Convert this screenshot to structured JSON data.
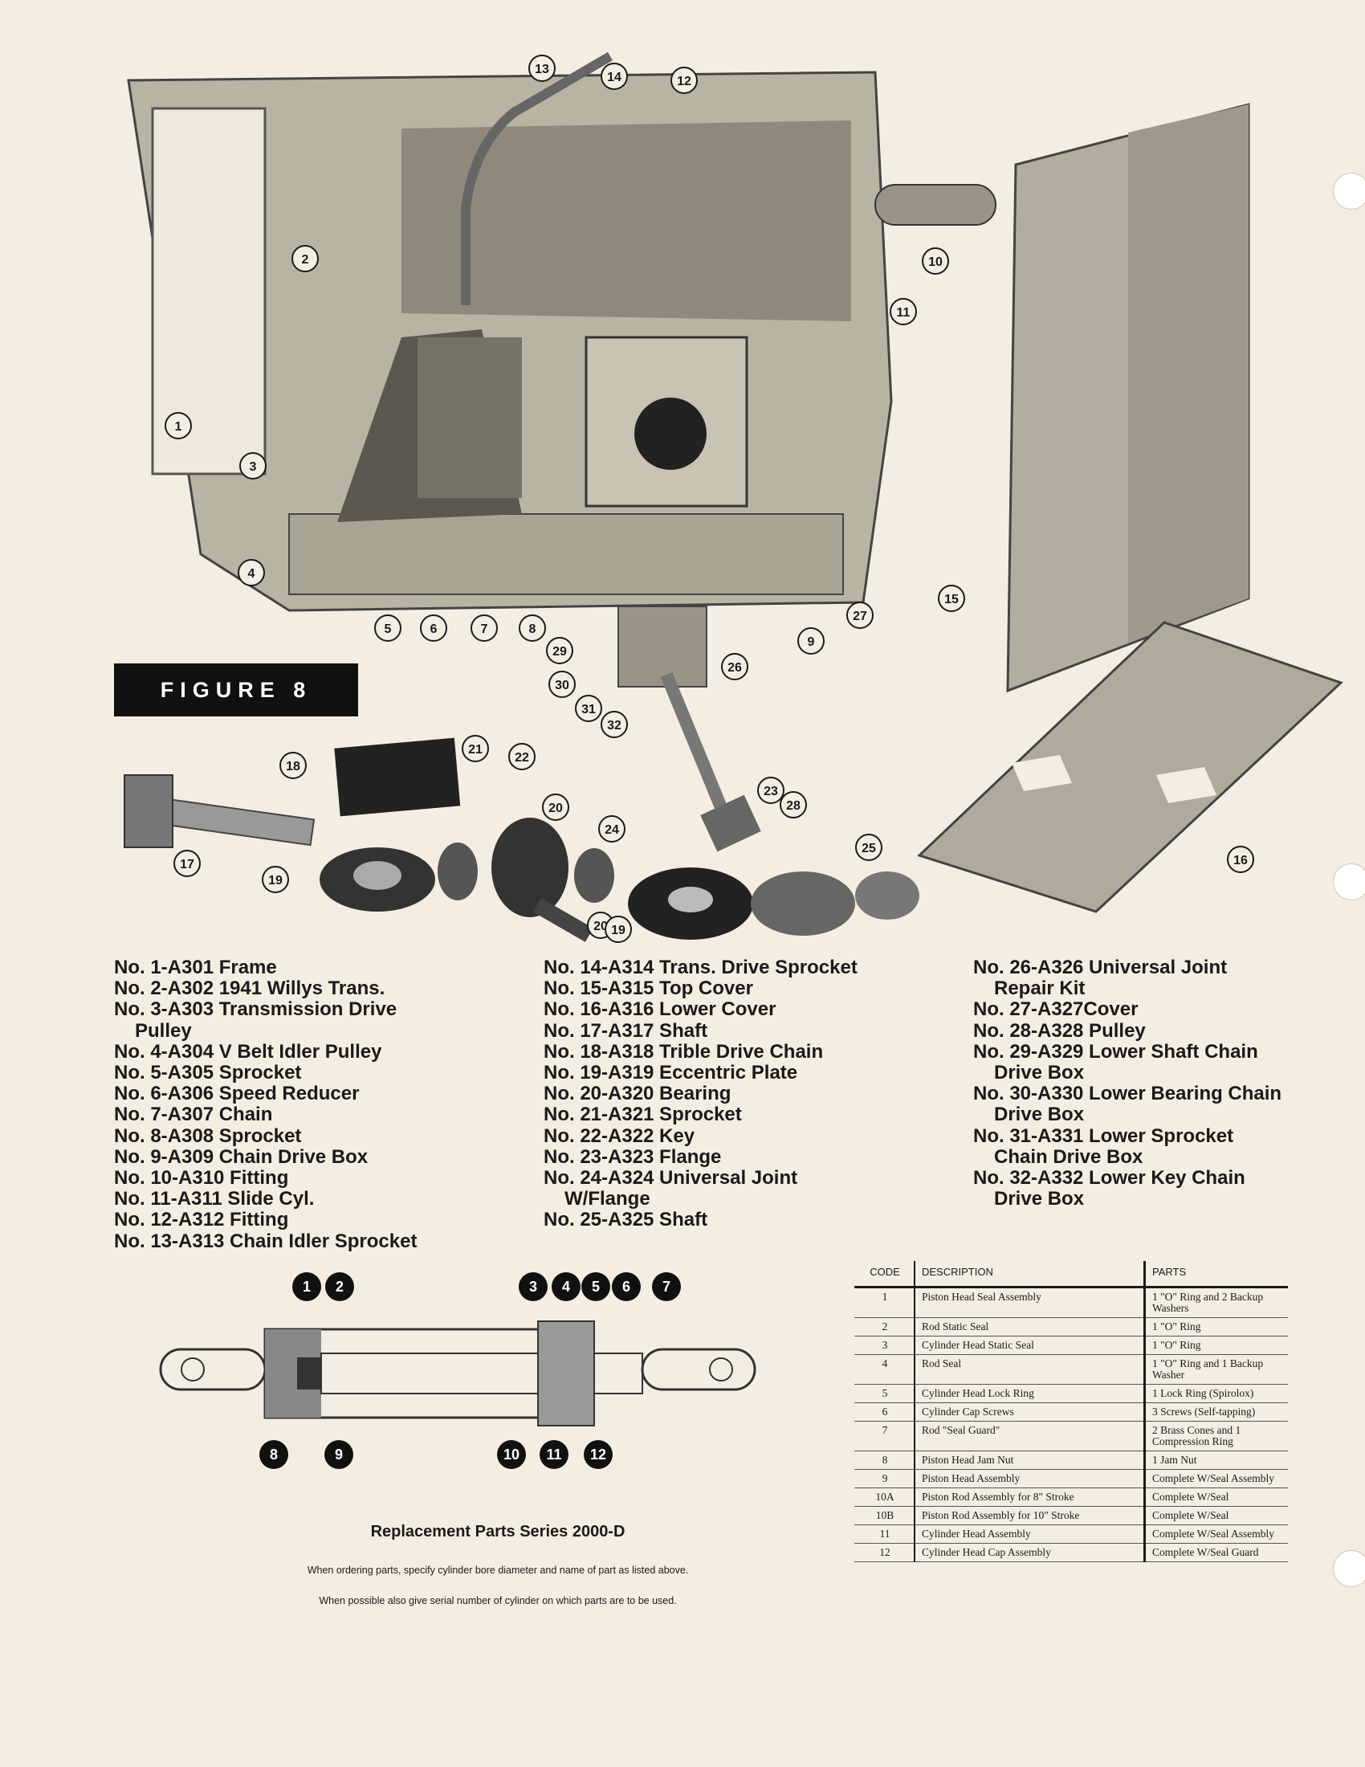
{
  "figure_label": "FIGURE 8",
  "callouts": [
    "1",
    "2",
    "3",
    "4",
    "5",
    "6",
    "7",
    "8",
    "9",
    "10",
    "11",
    "12",
    "13",
    "14",
    "15",
    "16",
    "17",
    "18",
    "19",
    "19",
    "20",
    "20",
    "21",
    "22",
    "23",
    "24",
    "25",
    "26",
    "27",
    "28",
    "29",
    "30",
    "31",
    "32"
  ],
  "parts_list": {
    "col1": [
      {
        "text": "No. 1-A301 Frame"
      },
      {
        "text": "No. 2-A302 1941 Willys Trans."
      },
      {
        "text": "No. 3-A303 Transmission Drive"
      },
      {
        "text": "Pulley",
        "cont": true
      },
      {
        "text": "No. 4-A304 V Belt Idler Pulley"
      },
      {
        "text": "No. 5-A305 Sprocket"
      },
      {
        "text": "No. 6-A306 Speed Reducer"
      },
      {
        "text": "No. 7-A307 Chain"
      },
      {
        "text": "No. 8-A308 Sprocket"
      },
      {
        "text": "No. 9-A309 Chain Drive Box"
      },
      {
        "text": "No. 10-A310 Fitting"
      },
      {
        "text": "No. 11-A311 Slide Cyl."
      },
      {
        "text": "No. 12-A312 Fitting"
      },
      {
        "text": "No. 13-A313 Chain Idler Sprocket"
      }
    ],
    "col2": [
      {
        "text": "No. 14-A314 Trans. Drive Sprocket"
      },
      {
        "text": "No. 15-A315 Top Cover"
      },
      {
        "text": "No. 16-A316 Lower Cover"
      },
      {
        "text": "No. 17-A317 Shaft"
      },
      {
        "text": "No. 18-A318 Trible Drive Chain"
      },
      {
        "text": "No. 19-A319 Eccentric Plate"
      },
      {
        "text": "No. 20-A320 Bearing"
      },
      {
        "text": "No. 21-A321 Sprocket"
      },
      {
        "text": "No. 22-A322 Key"
      },
      {
        "text": "No. 23-A323 Flange"
      },
      {
        "text": "No. 24-A324 Universal Joint"
      },
      {
        "text": "W/Flange",
        "cont": true
      },
      {
        "text": "No. 25-A325 Shaft"
      }
    ],
    "col3": [
      {
        "text": "No. 26-A326 Universal Joint"
      },
      {
        "text": "Repair Kit",
        "cont": true
      },
      {
        "text": "No. 27-A327Cover"
      },
      {
        "text": "No. 28-A328 Pulley"
      },
      {
        "text": "No. 29-A329 Lower Shaft Chain"
      },
      {
        "text": "Drive Box",
        "cont": true
      },
      {
        "text": "No. 30-A330 Lower Bearing Chain"
      },
      {
        "text": "Drive Box",
        "cont": true
      },
      {
        "text": "No. 31-A331 Lower Sprocket"
      },
      {
        "text": "Chain Drive Box",
        "cont": true
      },
      {
        "text": "No. 32-A332 Lower Key Chain"
      },
      {
        "text": "Drive Box",
        "cont": true
      }
    ]
  },
  "cylinder_callouts": [
    "1",
    "2",
    "3",
    "4",
    "5",
    "6",
    "7",
    "8",
    "9",
    "10",
    "11",
    "12"
  ],
  "replacement_title": "Replacement Parts Series 2000-D",
  "note1": "When ordering parts, specify cylinder bore diameter and name of part as listed above.",
  "note2": "When possible also give serial number of cylinder on which parts are to be used.",
  "table": {
    "headers": {
      "code": "CODE",
      "description": "DESCRIPTION",
      "parts": "PARTS"
    },
    "rows": [
      {
        "code": "1",
        "desc": "Piston Head Seal Assembly",
        "parts": "1 \"O\" Ring and 2 Backup Washers"
      },
      {
        "code": "2",
        "desc": "Rod Static Seal",
        "parts": "1 \"O\" Ring"
      },
      {
        "code": "3",
        "desc": "Cylinder Head Static Seal",
        "parts": "1 \"O\" Ring"
      },
      {
        "code": "4",
        "desc": "Rod Seal",
        "parts": "1 \"O\" Ring and 1 Backup Washer"
      },
      {
        "code": "5",
        "desc": "Cylinder Head Lock Ring",
        "parts": "1 Lock Ring (Spirolox)"
      },
      {
        "code": "6",
        "desc": "Cylinder Cap Screws",
        "parts": "3 Screws (Self-tapping)"
      },
      {
        "code": "7",
        "desc": "Rod \"Seal Guard\"",
        "parts": "2 Brass Cones and 1 Compression Ring"
      },
      {
        "code": "8",
        "desc": "Piston Head Jam Nut",
        "parts": "1 Jam Nut"
      },
      {
        "code": "9",
        "desc": "Piston Head Assembly",
        "parts": "Complete W/Seal Assembly"
      },
      {
        "code": "10A",
        "desc": "Piston Rod Assembly for 8\" Stroke",
        "parts": "Complete W/Seal"
      },
      {
        "code": "10B",
        "desc": "Piston Rod Assembly for 10\" Stroke",
        "parts": "Complete W/Seal"
      },
      {
        "code": "11",
        "desc": "Cylinder Head Assembly",
        "parts": "Complete W/Seal Assembly"
      },
      {
        "code": "12",
        "desc": "Cylinder Head Cap Assembly",
        "parts": "Complete W/Seal Guard"
      }
    ]
  }
}
